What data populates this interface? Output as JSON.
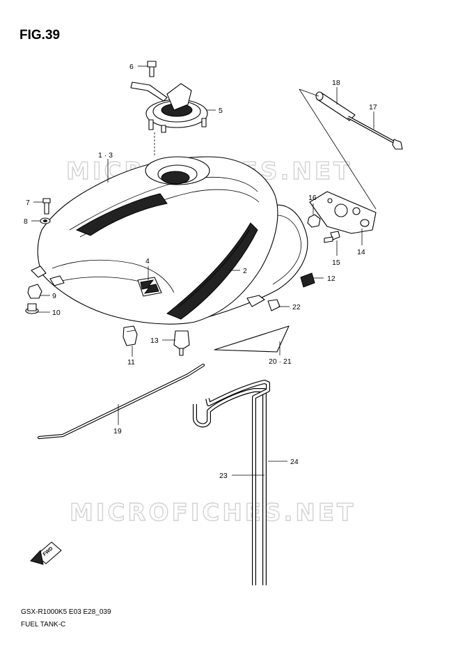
{
  "figure": {
    "title": "FIG.39"
  },
  "footer": {
    "code": "GSX-R1000K5 E03 E28_039",
    "name": "FUEL TANK-C"
  },
  "watermark": {
    "text": "MICROFICHES.NET"
  },
  "fwd_label": "FWD",
  "callouts": {
    "p1_3": "1 · 3",
    "p2": "2",
    "p4": "4",
    "p5": "5",
    "p6": "6",
    "p7": "7",
    "p8": "8",
    "p9": "9",
    "p10": "10",
    "p11": "11",
    "p12": "12",
    "p13": "13",
    "p14": "14",
    "p15": "15",
    "p16": "16",
    "p17": "17",
    "p18": "18",
    "p19": "19",
    "p20_21": "20 · 21",
    "p22": "22",
    "p23": "23",
    "p24": "24"
  }
}
